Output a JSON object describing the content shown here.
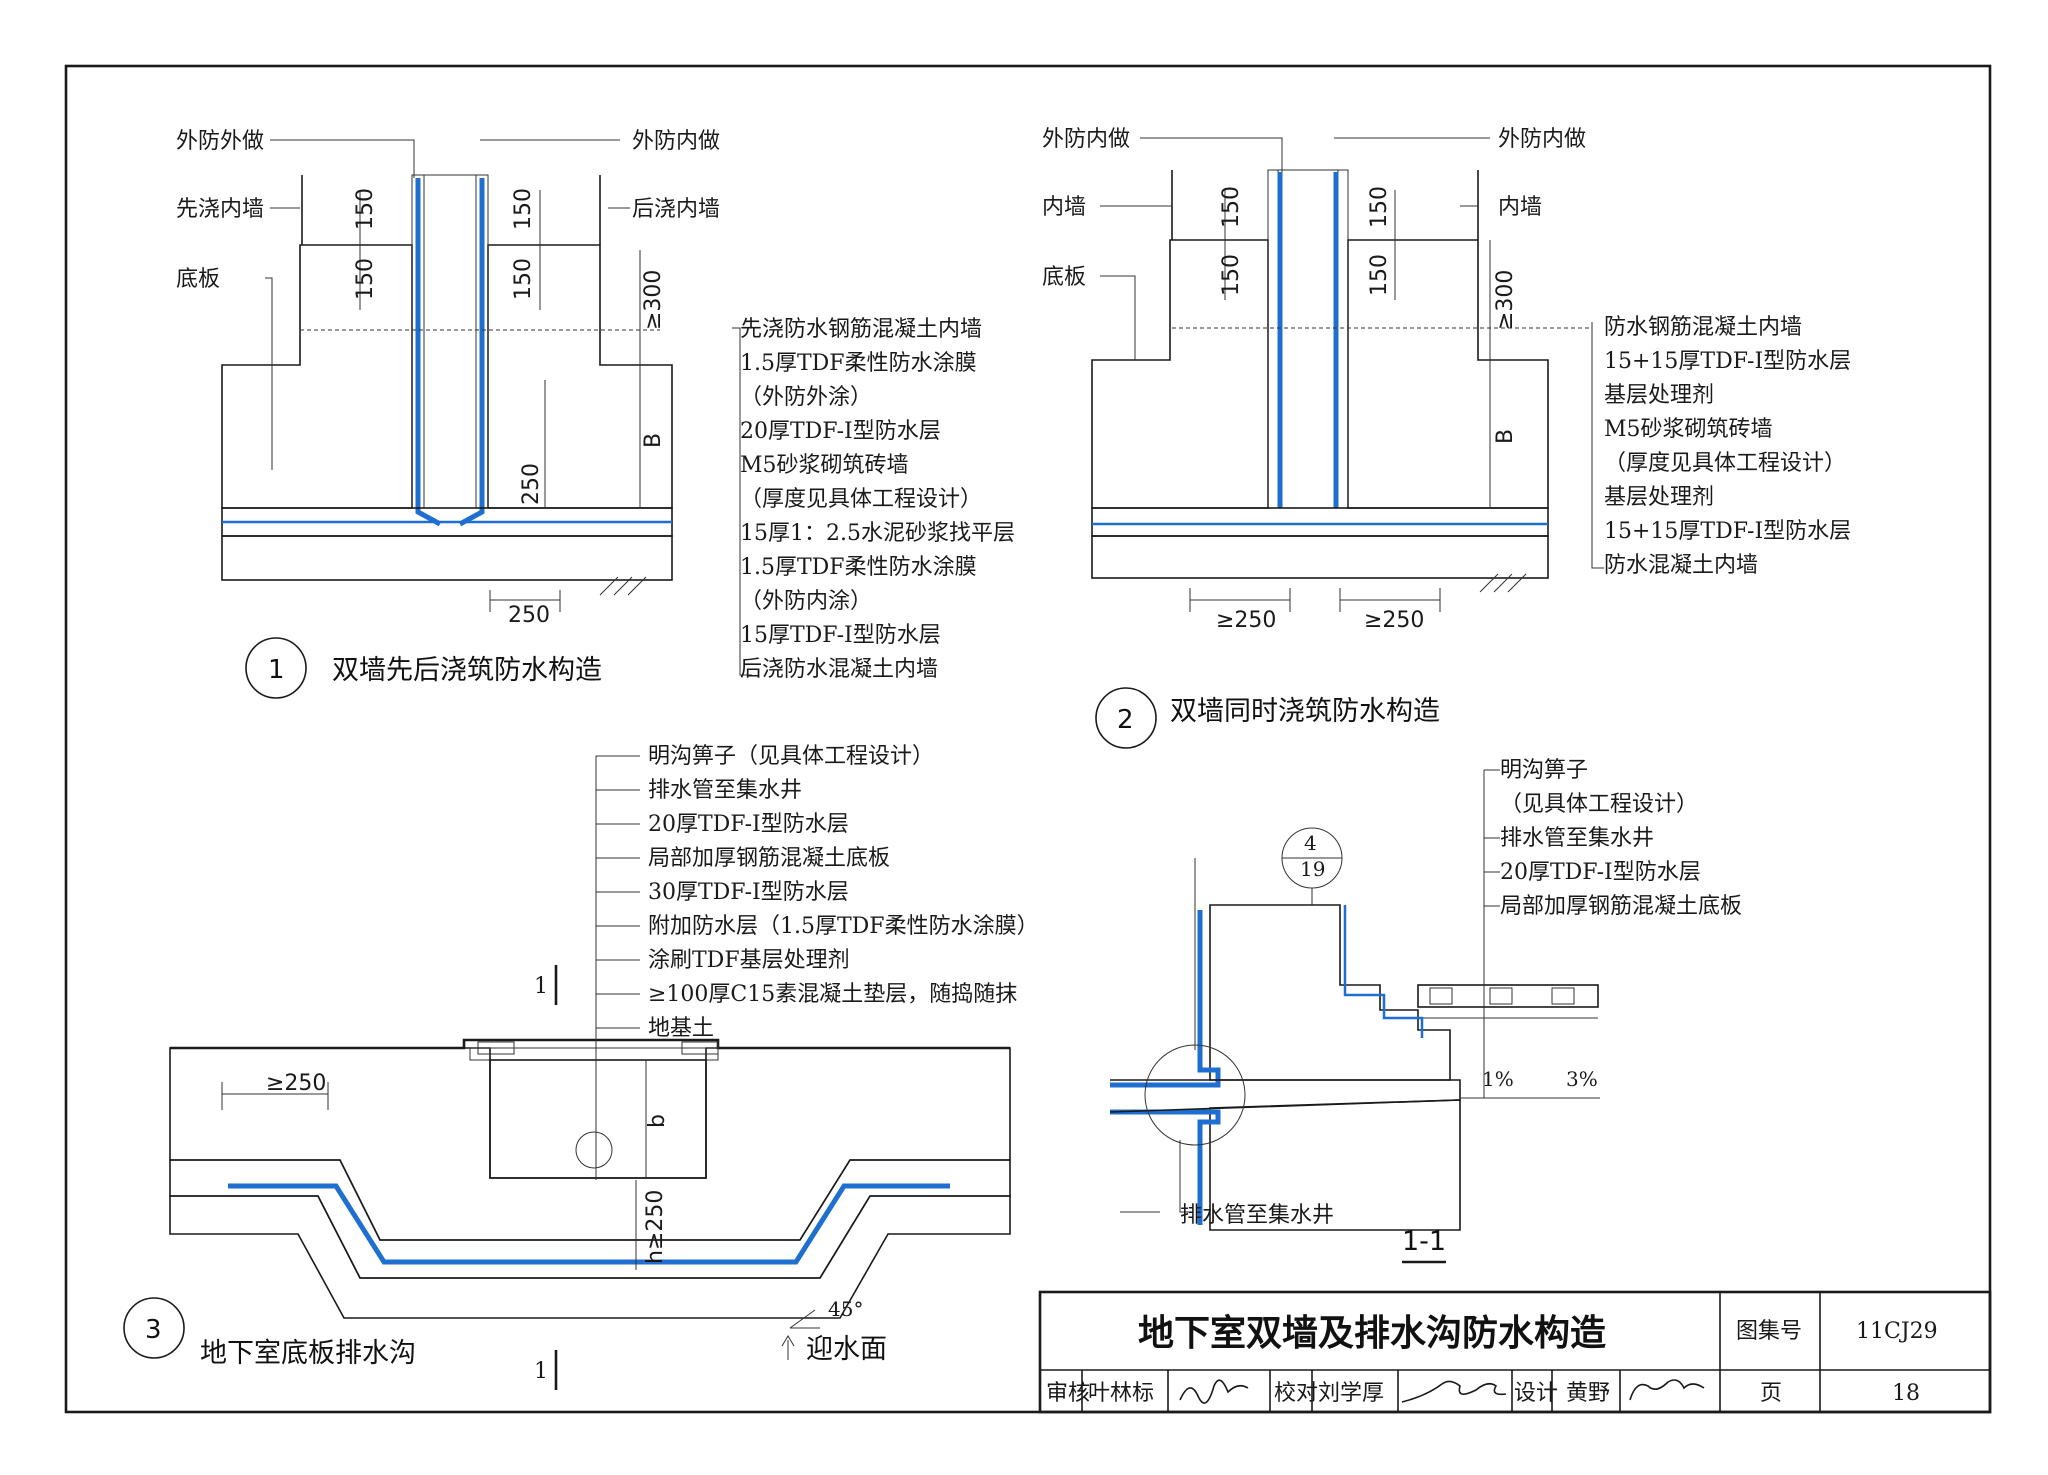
{
  "detail1": {
    "number": "1",
    "title": "双墙先后浇筑防水构造",
    "labels_left": [
      "外防外做",
      "先浇内墙",
      "底板"
    ],
    "labels_top_right": [
      "外防内做",
      "后浇内墙"
    ],
    "callouts": [
      "先浇防水钢筋混凝土内墙",
      "1.5厚TDF柔性防水涂膜",
      "（外防外涂）",
      "20厚TDF-Ⅰ型防水层",
      "M5砂浆砌筑砖墙",
      "（厚度见具体工程设计）",
      "15厚1：2.5水泥砂浆找平层",
      "1.5厚TDF柔性防水涂膜",
      "（外防内涂）",
      "15厚TDF-Ⅰ型防水层",
      "后浇防水混凝土内墙"
    ],
    "dims": {
      "a": "150",
      "b": "150",
      "c": "150",
      "d": "150",
      "e": "≥300",
      "f": "B",
      "g": "250",
      "h": "250"
    }
  },
  "detail2": {
    "number": "2",
    "title": "双墙同时浇筑防水构造",
    "labels_left": [
      "外防内做",
      "内墙",
      "底板"
    ],
    "labels_top_right": [
      "外防内做",
      "内墙"
    ],
    "callouts": [
      "防水钢筋混凝土内墙",
      "15+15厚TDF-Ⅰ型防水层",
      "基层处理剂",
      "M5砂浆砌筑砖墙",
      "（厚度见具体工程设计）",
      "基层处理剂",
      "15+15厚TDF-Ⅰ型防水层",
      "防水混凝土内墙"
    ],
    "dims": {
      "a": "150",
      "b": "150",
      "c": "150",
      "d": "150",
      "e": "≥300",
      "f": "B",
      "g": "≥250",
      "h": "≥250"
    }
  },
  "detail3": {
    "number": "3",
    "title": "地下室底板排水沟",
    "callouts": [
      "明沟箅子（见具体工程设计）",
      "排水管至集水井",
      "20厚TDF-Ⅰ型防水层",
      "局部加厚钢筋混凝土底板",
      "30厚TDF-Ⅰ型防水层",
      "附加防水层（1.5厚TDF柔性防水涂膜）",
      "涂刷TDF基层处理剂",
      "≥100厚C15素混凝土垫层，随捣随抹",
      "地基土"
    ],
    "dims": {
      "a": "≥250",
      "b": "b",
      "h": "h≥250",
      "angle": "45°"
    },
    "section_mark": "1",
    "facing_label": "迎水面"
  },
  "section11": {
    "title": "1-1",
    "ref_top": "4",
    "ref_bottom": "19",
    "callouts": [
      "明沟箅子",
      "（见具体工程设计）",
      "排水管至集水井",
      "20厚TDF-Ⅰ型防水层",
      "局部加厚钢筋混凝土底板"
    ],
    "slope1": "1%",
    "slope2": "3%",
    "pipe_label": "排水管至集水井"
  },
  "title_block": {
    "sheet_title": "地下室双墙及排水沟防水构造",
    "atlas_label": "图集号",
    "atlas_no": "11CJ29",
    "review_label": "审核",
    "reviewer": "叶林标",
    "check_label": "校对",
    "checker": "刘学厚",
    "design_label": "设计",
    "designer": "黄野",
    "page_label": "页",
    "page_no": "18"
  },
  "colors": {
    "waterproof": "#1f6fd1",
    "line": "#1a1a1a"
  }
}
